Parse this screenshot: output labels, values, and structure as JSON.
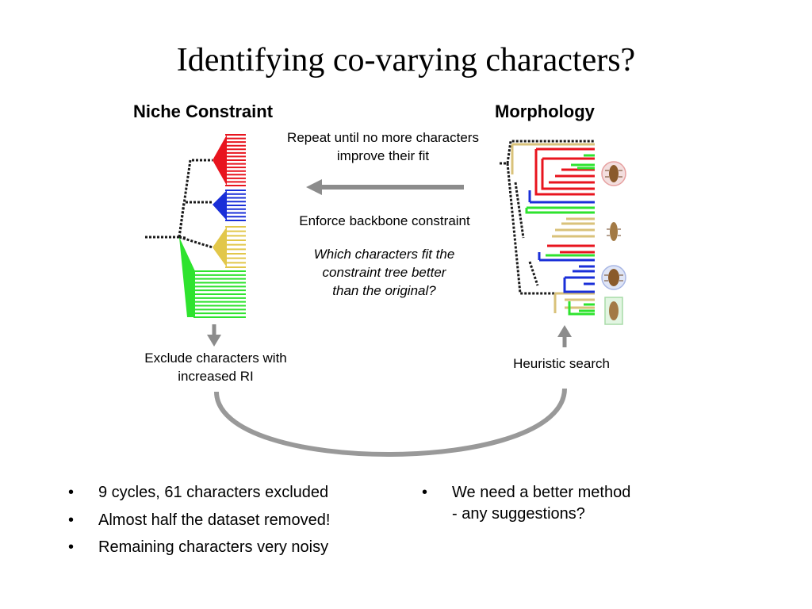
{
  "slide": {
    "title": "Identifying co-varying characters?",
    "left_heading": "Niche Constraint",
    "right_heading": "Morphology",
    "repeat_text": "Repeat until no more characters improve their fit",
    "enforce_text": "Enforce backbone constraint",
    "question_text": "Which characters fit the constraint tree better than the original?",
    "exclude_text": "Exclude characters with increased RI",
    "heuristic_text": "Heuristic search",
    "bullet_symbol": "•",
    "bullets_left": [
      "9 cycles, 61 characters excluded",
      "Almost half the dataset removed!",
      "Remaining characters very noisy"
    ],
    "bullets_right": [
      "We need a better method\n- any suggestions?"
    ]
  },
  "colors": {
    "red": "#e8141e",
    "blue": "#1a2fd8",
    "yellow": "#e2c74a",
    "green": "#2ee32e",
    "tan": "#d9c27a",
    "arrow_gray": "#8c8c8c",
    "loop_gray": "#999999"
  },
  "icons": [
    "insect-specimen-icon",
    "insect-specimen-icon",
    "insect-specimen-icon",
    "insect-specimen-icon"
  ]
}
